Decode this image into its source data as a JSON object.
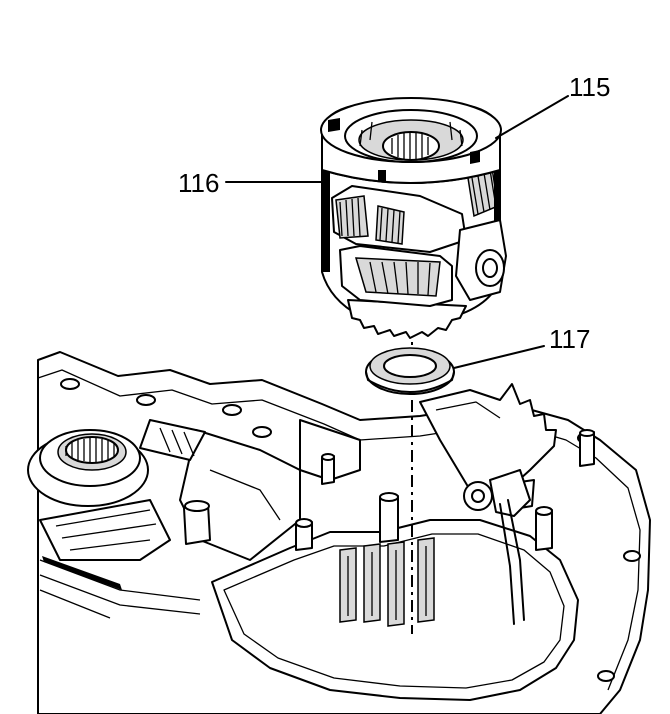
{
  "diagram": {
    "colors": {
      "ink": "#000000",
      "paper": "#ffffff",
      "shade": "#d9d9d9"
    },
    "callouts": [
      {
        "id": "115",
        "text": "115"
      },
      {
        "id": "116",
        "text": "116"
      },
      {
        "id": "117",
        "text": "117"
      }
    ]
  }
}
